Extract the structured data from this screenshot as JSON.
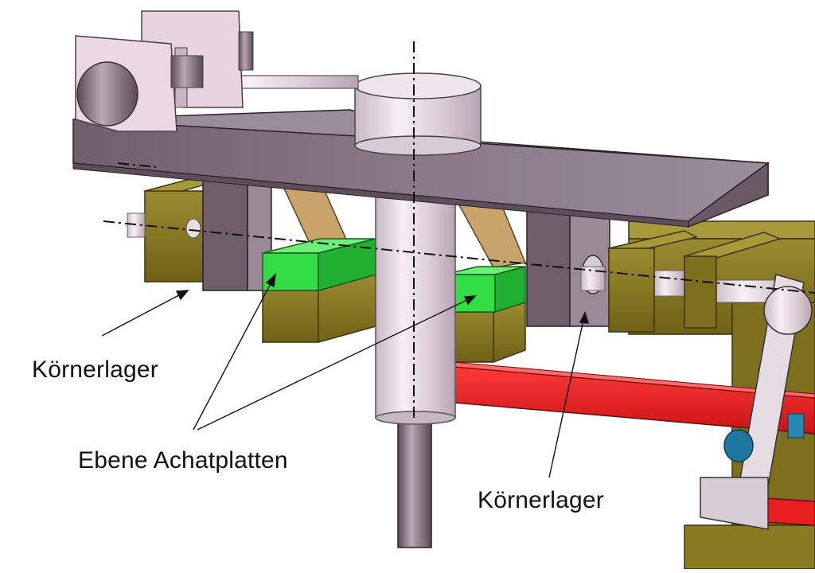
{
  "labels": {
    "pivot_bearing_left": "Körnerlager",
    "agate_plates": "Ebene Achatplatten",
    "pivot_bearing_right": "Körnerlager"
  },
  "colors": {
    "top_plate": "#7a6a78",
    "olive_block": "#8a7a22",
    "agate_green": "#33dd44",
    "red_rod": "#e82020",
    "blue_pin": "#1e78a0",
    "chrome": "#e8dde4",
    "tan_strut": "#c9a46a"
  }
}
